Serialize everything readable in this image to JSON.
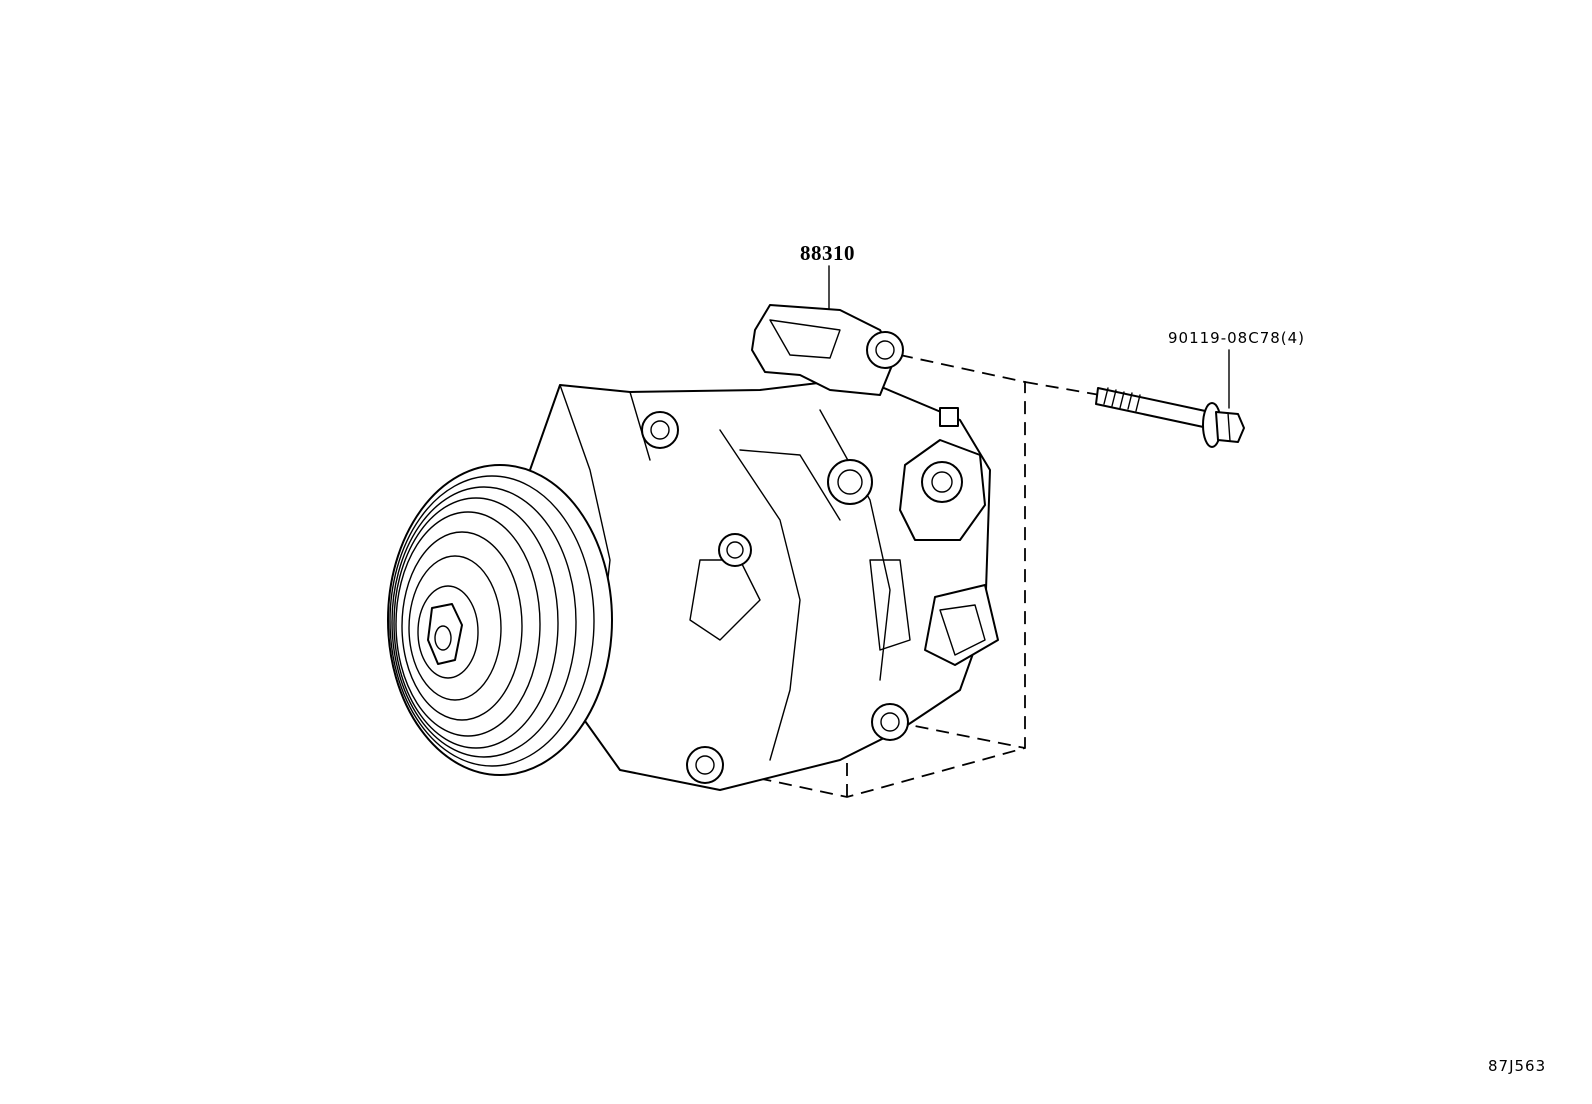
{
  "callouts": {
    "compressor": "88310",
    "bolt": "90119-08C78(4)"
  },
  "illustration_code": "87J563",
  "colors": {
    "ink": "#000000",
    "background": "#ffffff"
  }
}
